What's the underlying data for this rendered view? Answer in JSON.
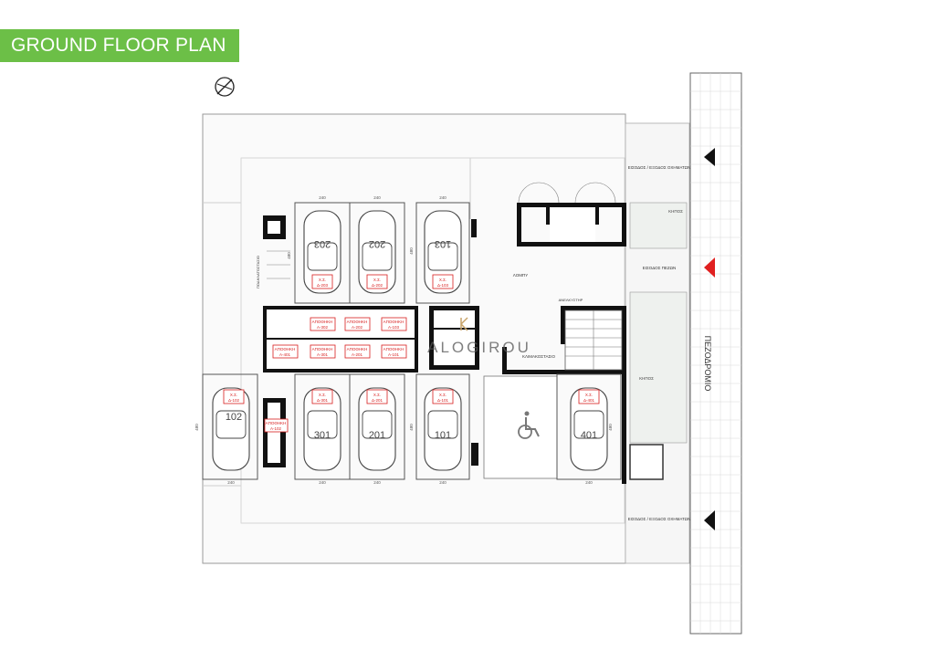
{
  "header": {
    "title": "GROUND FLOOR PLAN"
  },
  "watermark": "ALOGIROU",
  "street_label": "ΠΕΖΟΔΡΟΜΙΟ",
  "entrances": {
    "top": "ΕΙΣΟΔΟΣ / ΕΞΟΔΟΣ ΟΧΗΜΑΤΩΝ",
    "middle": "ΕΙΣΟΔΟΣ ΠΕΖΩΝ",
    "bottom": "ΕΙΣΟΔΟΣ / ΕΞΟΔΟΣ ΟΧΗΜΑΤΩΝ"
  },
  "areas": {
    "garden_top": "ΚΗΠΟΣ",
    "garden_mid": "ΚΗΠΟΣ",
    "lobby": "ΛΟΜΠΥ",
    "elevator": "ΑΝΕΛΚΥΣΤΗΡ",
    "stairs": "ΚΛΙΜΑΚΟΣΤΑΣΙΟ",
    "bikes": "ΠΟΔΗΛΑΤΟΣΤΑΣΙΟ"
  },
  "dimensions": {
    "width": "240",
    "depth": "480"
  },
  "parking_top": [
    {
      "num": "203",
      "tag1": "Χ.Σ.",
      "tag2": "Δ-203"
    },
    {
      "num": "202",
      "tag1": "Χ.Σ.",
      "tag2": "Δ-202"
    },
    {
      "num": "103",
      "tag1": "Χ.Σ.",
      "tag2": "Δ-103"
    }
  ],
  "parking_bottom": [
    {
      "num": "102",
      "tag1": "Χ.Σ.",
      "tag2": "Δ-102"
    },
    {
      "num": "301",
      "tag1": "Χ.Σ.",
      "tag2": "Δ-301"
    },
    {
      "num": "201",
      "tag1": "Χ.Σ.",
      "tag2": "Δ-201"
    },
    {
      "num": "101",
      "tag1": "Χ.Σ.",
      "tag2": "Δ-101"
    },
    {
      "num": "401",
      "tag1": "Χ.Σ.",
      "tag2": "Δ-401"
    }
  ],
  "storage": [
    {
      "label": "ΑΠΟΘΗΚΗ",
      "unit": "Α-302"
    },
    {
      "label": "ΑΠΟΘΗΚΗ",
      "unit": "Α-202"
    },
    {
      "label": "ΑΠΟΘΗΚΗ",
      "unit": "Α-103"
    },
    {
      "label": "ΑΠΟΘΗΚΗ",
      "unit": "Α-401"
    },
    {
      "label": "ΑΠΟΘΗΚΗ",
      "unit": "Α-301"
    },
    {
      "label": "ΑΠΟΘΗΚΗ",
      "unit": "Α-201"
    },
    {
      "label": "ΑΠΟΘΗΚΗ",
      "unit": "Α-101"
    },
    {
      "label": "ΑΠΟΘΗΚΗ",
      "unit": "Α-102"
    }
  ],
  "colors": {
    "banner": "#6cbf47",
    "marker_red": "#e02020",
    "tag_red": "#d81e1e"
  }
}
